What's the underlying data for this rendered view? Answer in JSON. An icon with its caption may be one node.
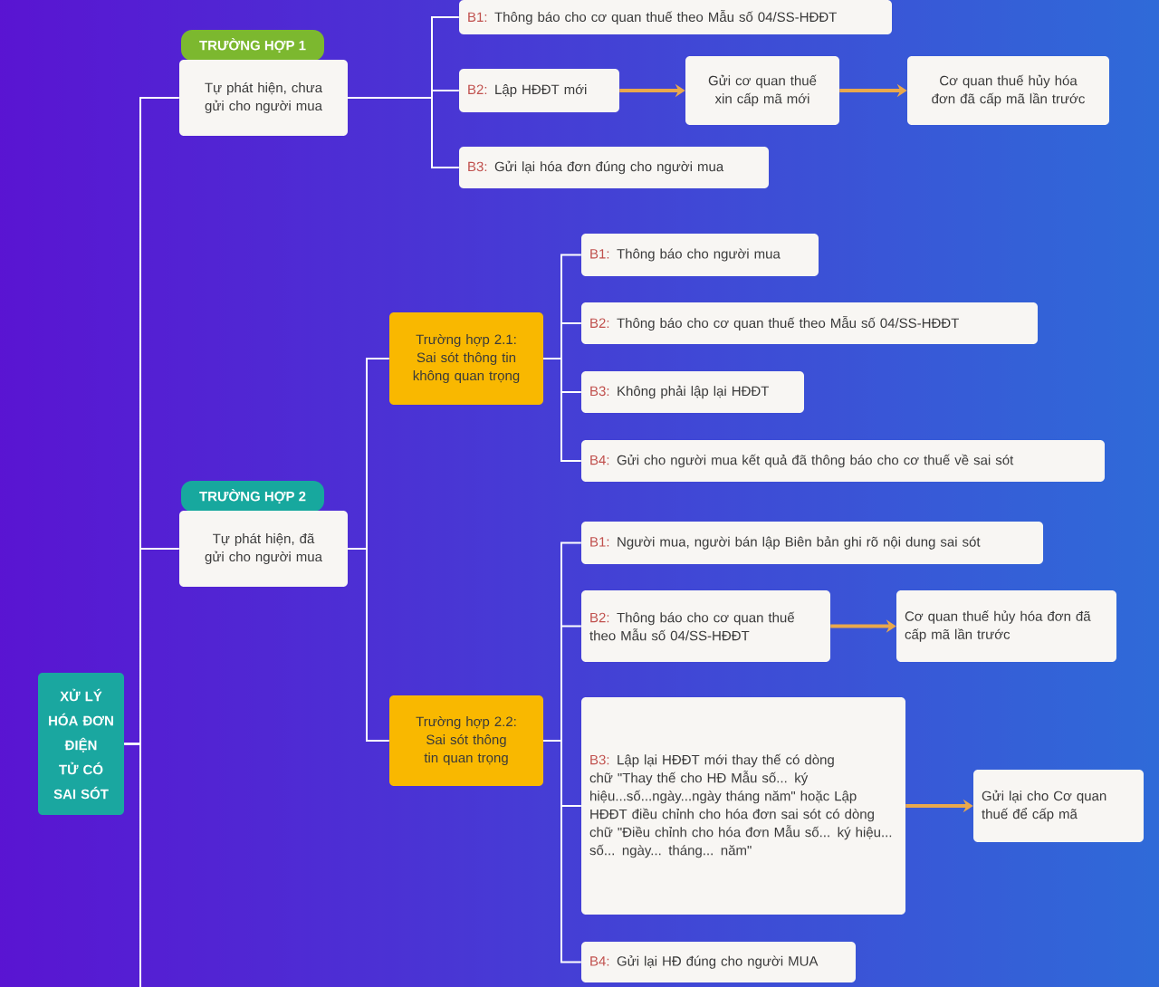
{
  "diagram": {
    "nodes": [
      {
        "text": [
          "XỬ LÝ HÓA ĐƠN ĐIỆN TỬ CÓ SAI SÓT"
        ]
      },
      {
        "text": [
          "TRƯỜNG HỢP 1",
          "Tự phát hiện, chưa gửi cho người mua"
        ]
      },
      {
        "text": [
          "**B1:** Thông báo cho cơ quan thuế theo Mẫu số 04/SS-HĐĐT"
        ]
      },
      {
        "text": [
          "**B2:** Lập HĐĐT mới"
        ]
      },
      {
        "text": [
          "Gửi cơ quan thuế xin cấp mã mới"
        ]
      },
      {
        "text": [
          "Cơ quan thuế hủy hóa đơn đã cấp mã lần trước"
        ]
      },
      {
        "text": [
          "**B3:** Gửi lại hóa đơn đúng cho người mua"
        ]
      },
      {
        "text": [
          "TRƯỜNG HỢP 2",
          "Tự phát hiện, đã gửi cho người mua"
        ]
      },
      {
        "text": [
          "Trường hợp 2.1: Sai sót thông tin không quan trọng"
        ]
      },
      {
        "text": [
          "**B1:** Thông báo cho người mua"
        ]
      },
      {
        "text": [
          "**B2:** Thông báo cho cơ quan thuế theo Mẫu số 04/SS-HĐĐT"
        ]
      },
      {
        "text": [
          "**B3:** Không phải lập lại HĐĐT"
        ]
      },
      {
        "text": [
          "**B4:** Gửi cho người mua kết quả đã thông báo cho cơ thuế về sai sót"
        ]
      },
      {
        "text": [
          "Trường hợp 2.2: Sai sót thông tin quan trọng"
        ]
      },
      {
        "text": [
          "**B1:** Người mua, người bán lập Biên bản ghi rõ nội dung sai sót"
        ]
      },
      {
        "text": [
          "**B2:** Thông báo cho cơ quan thuế theo Mẫu số 04/SS-HĐĐT"
        ]
      },
      {
        "text": [
          "Cơ quan thuế hủy hóa đơn đã cấp mã lần trước"
        ]
      },
      {
        "text": [
          "**B3:** Lập lại HĐĐT mới thay thế có dòng chữ \"Thay thế cho HĐ Mẫu số... ký hiệu...số...ngày...ngày tháng năm\" hoặc Lập HĐĐT điều chỉnh cho hóa đơn sai sót có dòng chữ \"Điều chỉnh cho hóa đơn Mẫu số... ký hiệu... số... ngày... tháng... năm\""
        ]
      },
      {
        "text": [
          "Gửi lại cho Cơ quan thuế để cấp mã"
        ]
      },
      {
        "text": [
          "**B4:** Gửi lại HĐ đúng cho người MUA"
        ]
      }
    ],
    "edges": [
      {
        "from": 0,
        "to": 1,
        "arrow": "none"
      },
      {
        "from": 0,
        "to": 7,
        "arrow": "none"
      },
      {
        "from": 0,
        "to": null,
        "arrow": "none"
      },
      {
        "from": 1,
        "to": 2,
        "arrow": "none"
      },
      {
        "from": 1,
        "to": 3,
        "arrow": "none"
      },
      {
        "from": 1,
        "to": 6,
        "arrow": "none"
      },
      {
        "from": 3,
        "to": 4,
        "arrow": "to",
        "style": "thick",
        "color": "#e9a84c"
      },
      {
        "from": 4,
        "to": 5,
        "arrow": "to",
        "style": "thick",
        "color": "#e9a84c"
      },
      {
        "from": 7,
        "to": 8,
        "arrow": "none"
      },
      {
        "from": 7,
        "to": 13,
        "arrow": "none"
      },
      {
        "from": 8,
        "to": 9,
        "arrow": "none"
      },
      {
        "from": 8,
        "to": 10,
        "arrow": "none"
      },
      {
        "from": 8,
        "to": 11,
        "arrow": "none"
      },
      {
        "from": 8,
        "to": 12,
        "arrow": "none"
      },
      {
        "from": 13,
        "to": 14,
        "arrow": "none"
      },
      {
        "from": 13,
        "to": 15,
        "arrow": "none"
      },
      {
        "from": 13,
        "to": 17,
        "arrow": "none"
      },
      {
        "from": 13,
        "to": 19,
        "arrow": "none"
      },
      {
        "from": 15,
        "to": 16,
        "arrow": "to",
        "style": "thick",
        "color": "#e9a84c"
      },
      {
        "from": 17,
        "to": 18,
        "arrow": "to",
        "style": "thick",
        "color": "#e9a84c"
      }
    ]
  }
}
